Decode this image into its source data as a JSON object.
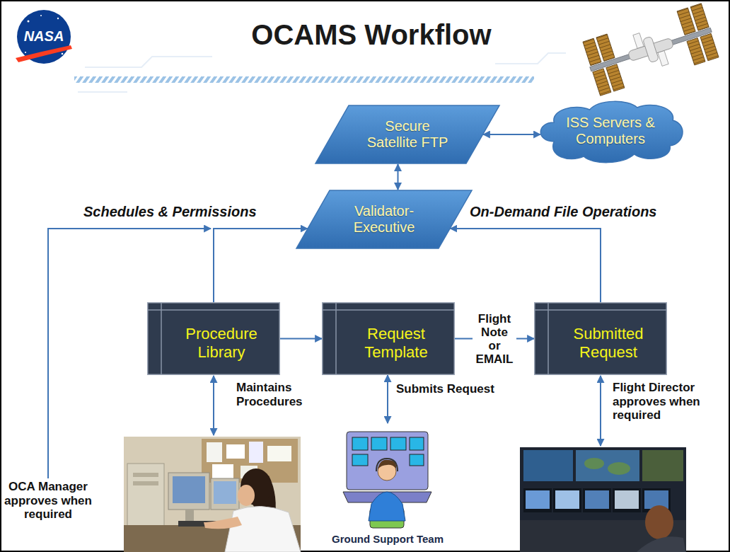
{
  "diagram": {
    "title": "OCAMS Workflow",
    "nodes": [
      {
        "text": [
          "Secure Satellite FTP"
        ]
      },
      {
        "text": [
          "ISS Servers & Computers"
        ]
      },
      {
        "text": [
          "Validator-Executive"
        ]
      },
      {
        "text": [
          "Procedure Library"
        ]
      },
      {
        "text": [
          "Request Template"
        ]
      },
      {
        "text": [
          "Submitted Request"
        ]
      },
      {
        "text": [
          "Ground Support Team"
        ]
      }
    ],
    "edges": [
      {
        "from": 0,
        "to": 1,
        "arrow": "both"
      },
      {
        "from": 2,
        "to": 0,
        "arrow": "both"
      },
      {
        "from": 3,
        "to": 2,
        "arrow": "to",
        "label": "Schedules & Permissions"
      },
      {
        "from": 5,
        "to": 2,
        "arrow": "to",
        "label": "On-Demand File Operations"
      },
      {
        "from": 3,
        "to": 4,
        "arrow": "to"
      },
      {
        "from": 4,
        "to": 5,
        "arrow": "to",
        "label": "Flight Note or EMAIL"
      },
      {
        "from": 4,
        "to": 6,
        "arrow": "both",
        "label": "Submits Request"
      }
    ],
    "labels": [
      "NASA",
      "Maintains Procedures",
      "OCA Manager approves when required",
      "Flight Director approves when required"
    ]
  }
}
